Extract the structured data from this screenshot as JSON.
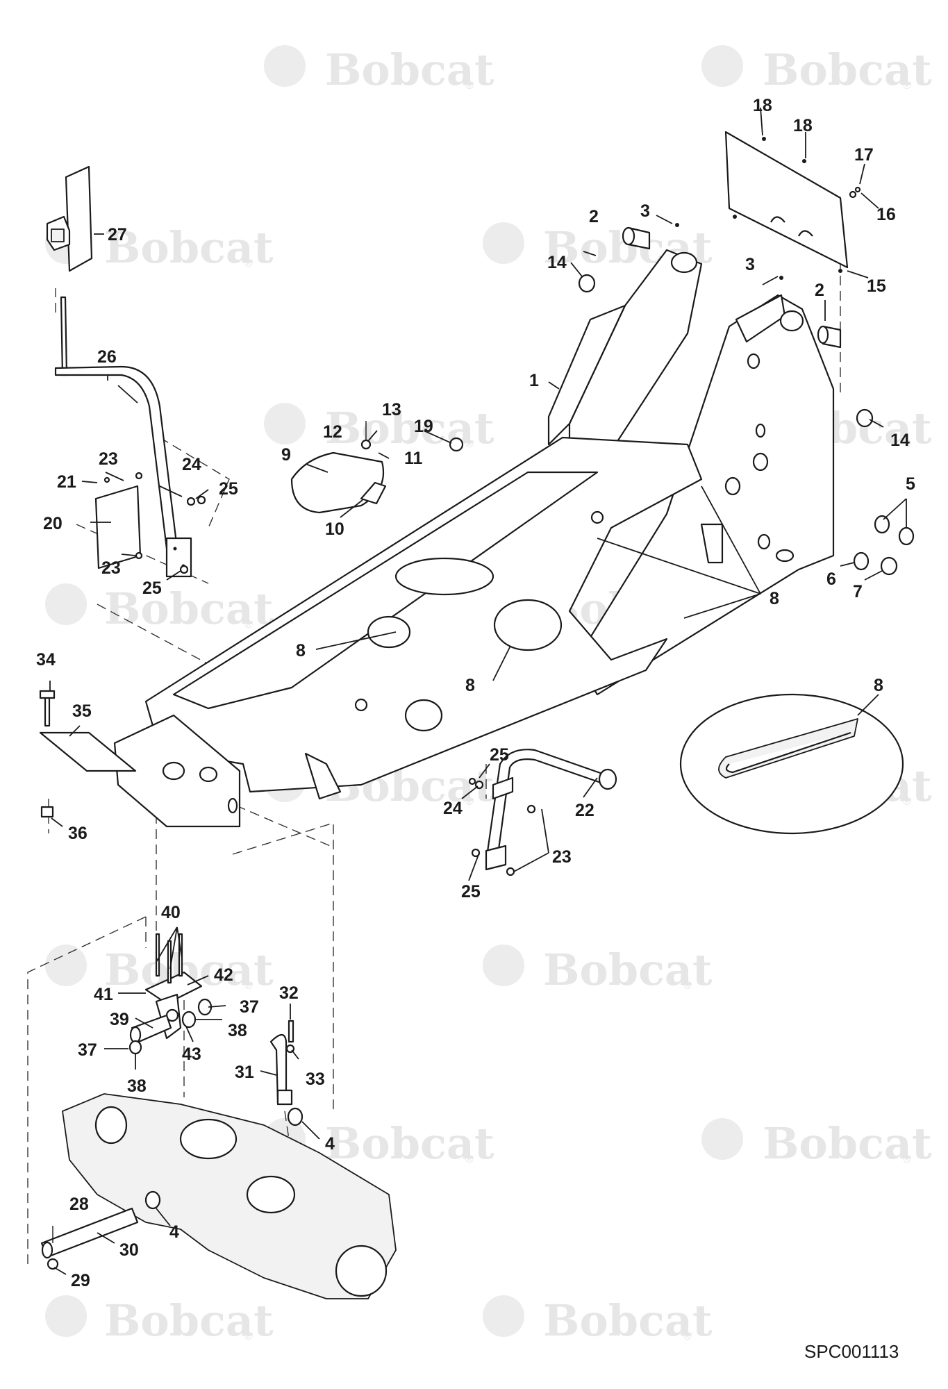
{
  "watermark": {
    "text": "Bobcat",
    "mark": "®",
    "color": "#e6e6e6"
  },
  "drawing_code": "SPC001113",
  "callouts": {
    "c1": "1",
    "c2a": "2",
    "c2b": "2",
    "c3a": "3",
    "c3b": "3",
    "c4a": "4",
    "c4b": "4",
    "c5": "5",
    "c6": "6",
    "c7": "7",
    "c8a": "8",
    "c8b": "8",
    "c8c": "8",
    "c8d": "8",
    "c9": "9",
    "c10": "10",
    "c11": "11",
    "c12": "12",
    "c13": "13",
    "c14a": "14",
    "c14b": "14",
    "c15": "15",
    "c16": "16",
    "c17": "17",
    "c18a": "18",
    "c18b": "18",
    "c19": "19",
    "c20": "20",
    "c21": "21",
    "c22": "22",
    "c23a": "23",
    "c23b": "23",
    "c23c": "23",
    "c24a": "24",
    "c24b": "24",
    "c25a": "25",
    "c25b": "25",
    "c25c": "25",
    "c25d": "25",
    "c26": "26",
    "c27": "27",
    "c28": "28",
    "c29": "29",
    "c30": "30",
    "c31": "31",
    "c32": "32",
    "c33": "33",
    "c34": "34",
    "c35": "35",
    "c36": "36",
    "c37a": "37",
    "c37b": "37",
    "c38a": "38",
    "c38b": "38",
    "c39": "39",
    "c40": "40",
    "c41": "41",
    "c42": "42",
    "c43": "43"
  }
}
